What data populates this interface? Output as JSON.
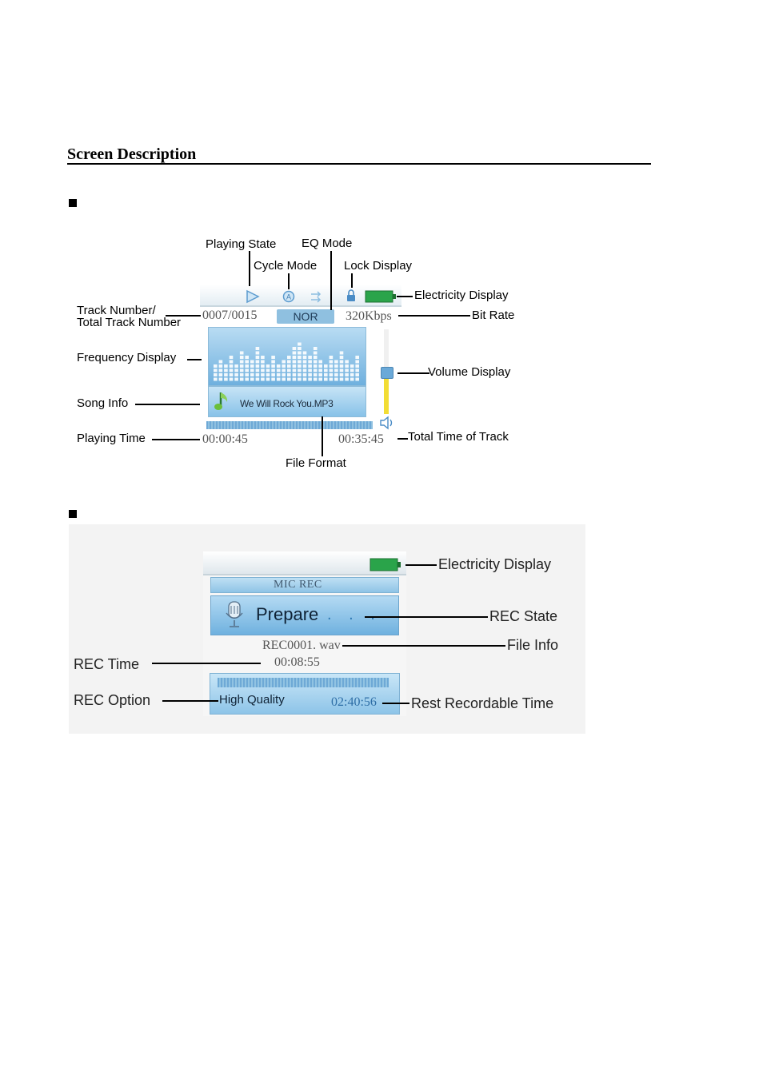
{
  "section_title": "Screen Description",
  "player": {
    "labels": {
      "playing_state": "Playing State",
      "eq_mode": "EQ Mode",
      "cycle_mode": "Cycle Mode",
      "lock_display": "Lock Display",
      "electricity_display": "Electricity Display",
      "track_number_line1": "Track Number/",
      "track_number_line2": "Total Track Number",
      "bit_rate": "Bit Rate",
      "frequency_display": "Frequency Display",
      "volume_display": "Volume Display",
      "song_info": "Song Info",
      "playing_time": "Playing Time",
      "total_time": "Total Time of Track",
      "file_format": "File Format"
    },
    "screen": {
      "track": "0007/0015",
      "eq": "NOR",
      "bitrate": "320Kbps",
      "song": "We Will Rock You.MP3",
      "elapsed": "00:00:45",
      "total": "00:35:45"
    }
  },
  "recorder": {
    "labels": {
      "electricity_display": "Electricity Display",
      "rec_state": "REC State",
      "file_info": "File Info",
      "rec_time": "REC Time",
      "rec_option": "REC Option",
      "rest_time": "Rest Recordable Time"
    },
    "screen": {
      "mode": "MIC REC",
      "state": "Prepare",
      "file": "REC0001. wav",
      "time": "00:08:55",
      "quality": "High Quality",
      "remaining": "02:40:56"
    }
  }
}
